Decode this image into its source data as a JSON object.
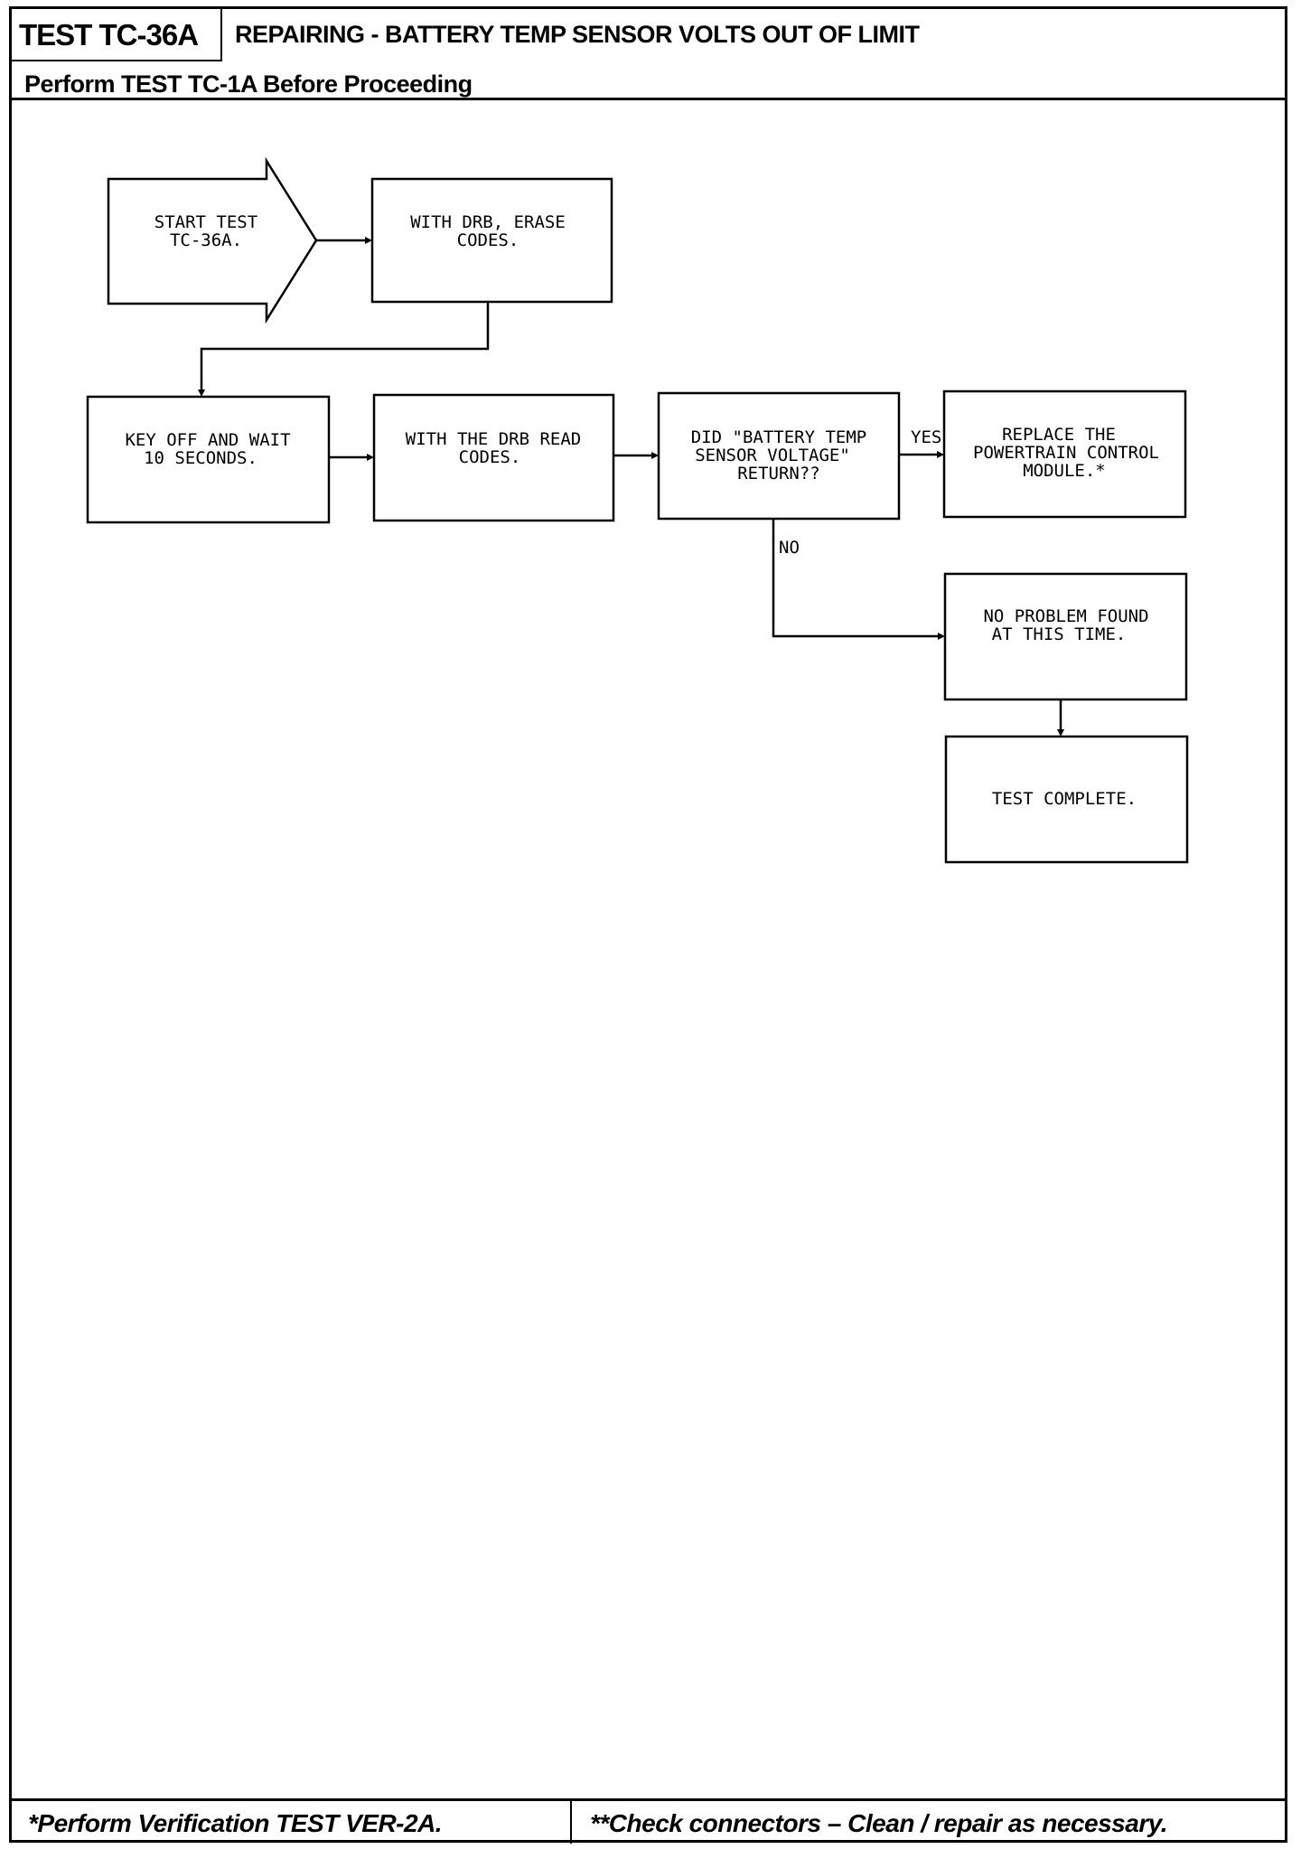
{
  "header": {
    "test_id": "TEST TC-36A",
    "title": "REPAIRING - BATTERY TEMP SENSOR VOLTS OUT OF LIMIT",
    "prerequisite": "Perform TEST TC-1A Before Proceeding"
  },
  "flowchart": {
    "nodes": {
      "start": [
        "START TEST",
        "TC-36A."
      ],
      "erase": [
        "WITH DRB, ERASE",
        "CODES."
      ],
      "key_off": [
        "KEY OFF AND WAIT",
        "10 SECONDS."
      ],
      "read": [
        "WITH THE DRB READ",
        "CODES."
      ],
      "decision": [
        "DID \"BATTERY TEMP",
        "SENSOR VOLTAGE\"",
        "RETURN??"
      ],
      "replace": [
        "REPLACE THE",
        "POWERTRAIN CONTROL",
        "MODULE.*"
      ],
      "no_problem": [
        "NO PROBLEM FOUND",
        "AT THIS TIME."
      ],
      "complete": [
        "TEST COMPLETE."
      ]
    },
    "edge_labels": {
      "yes": "YES",
      "no": "NO"
    }
  },
  "footer": {
    "note_1": "*Perform Verification TEST VER-2A.",
    "note_2": "**Check connectors – Clean / repair as necessary."
  }
}
